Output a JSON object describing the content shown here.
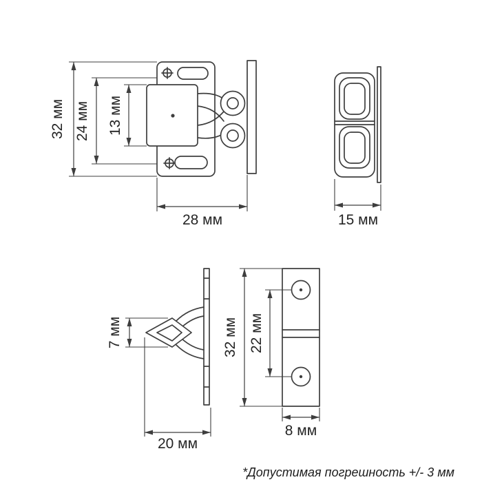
{
  "note": "*Допустимая погрешность +/- 3 мм",
  "dims": {
    "latch_front": {
      "total_height": "32 мм",
      "plate_height": "24 мм",
      "body_height": "13 мм",
      "width": "28 мм"
    },
    "latch_side": {
      "depth": "15 мм"
    },
    "strike_side": {
      "hook_height": "7 мм",
      "length": "20 мм"
    },
    "strike_front": {
      "height": "32 мм",
      "hole_spacing": "22 мм",
      "width": "8 мм"
    }
  }
}
